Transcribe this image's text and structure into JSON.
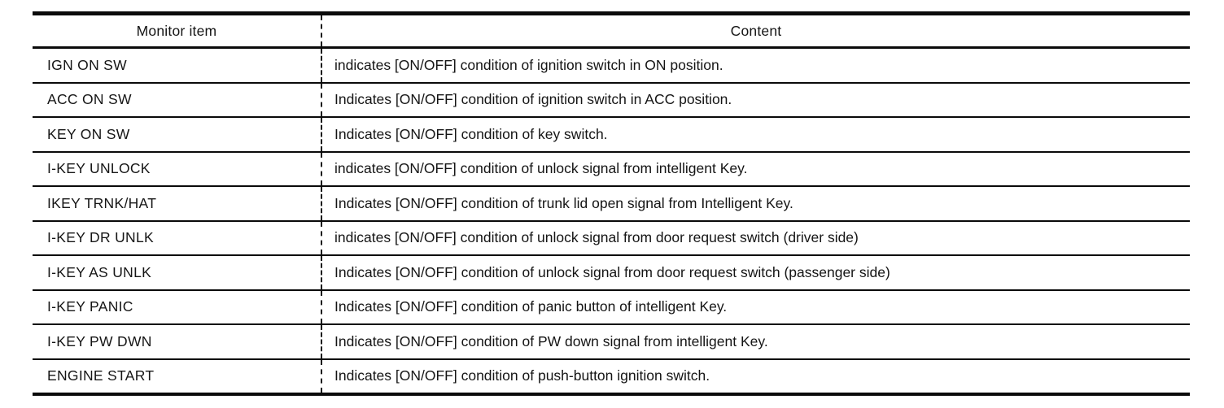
{
  "table": {
    "headers": {
      "item": "Monitor item",
      "content": "Content"
    },
    "rows": [
      {
        "item": "IGN ON SW",
        "content": "indicates [ON/OFF] condition of ignition switch in ON position."
      },
      {
        "item": "ACC ON SW",
        "content": "Indicates [ON/OFF] condition of ignition switch in ACC position."
      },
      {
        "item": "KEY ON SW",
        "content": "Indicates [ON/OFF] condition of key switch."
      },
      {
        "item": "I-KEY UNLOCK",
        "content": "indicates [ON/OFF] condition of unlock signal from intelligent Key."
      },
      {
        "item": "IKEY TRNK/HAT",
        "content": "Indicates [ON/OFF] condition of trunk lid open signal from Intelligent Key."
      },
      {
        "item": "I-KEY DR UNLK",
        "content": "indicates [ON/OFF] condition of unlock signal from door request switch (driver side)"
      },
      {
        "item": "I-KEY AS UNLK",
        "content": "Indicates [ON/OFF] condition of unlock signal from door request switch (passenger side)"
      },
      {
        "item": "I-KEY PANIC",
        "content": "Indicates [ON/OFF] condition of panic button of intelligent Key."
      },
      {
        "item": "I-KEY PW DWN",
        "content": "Indicates [ON/OFF] condition of PW down signal from intelligent Key."
      },
      {
        "item": "ENGINE START",
        "content": "Indicates [ON/OFF] condition of push-button ignition switch."
      }
    ],
    "colors": {
      "rule": "#0a0a0a",
      "text": "#151515",
      "background": "#ffffff"
    }
  }
}
